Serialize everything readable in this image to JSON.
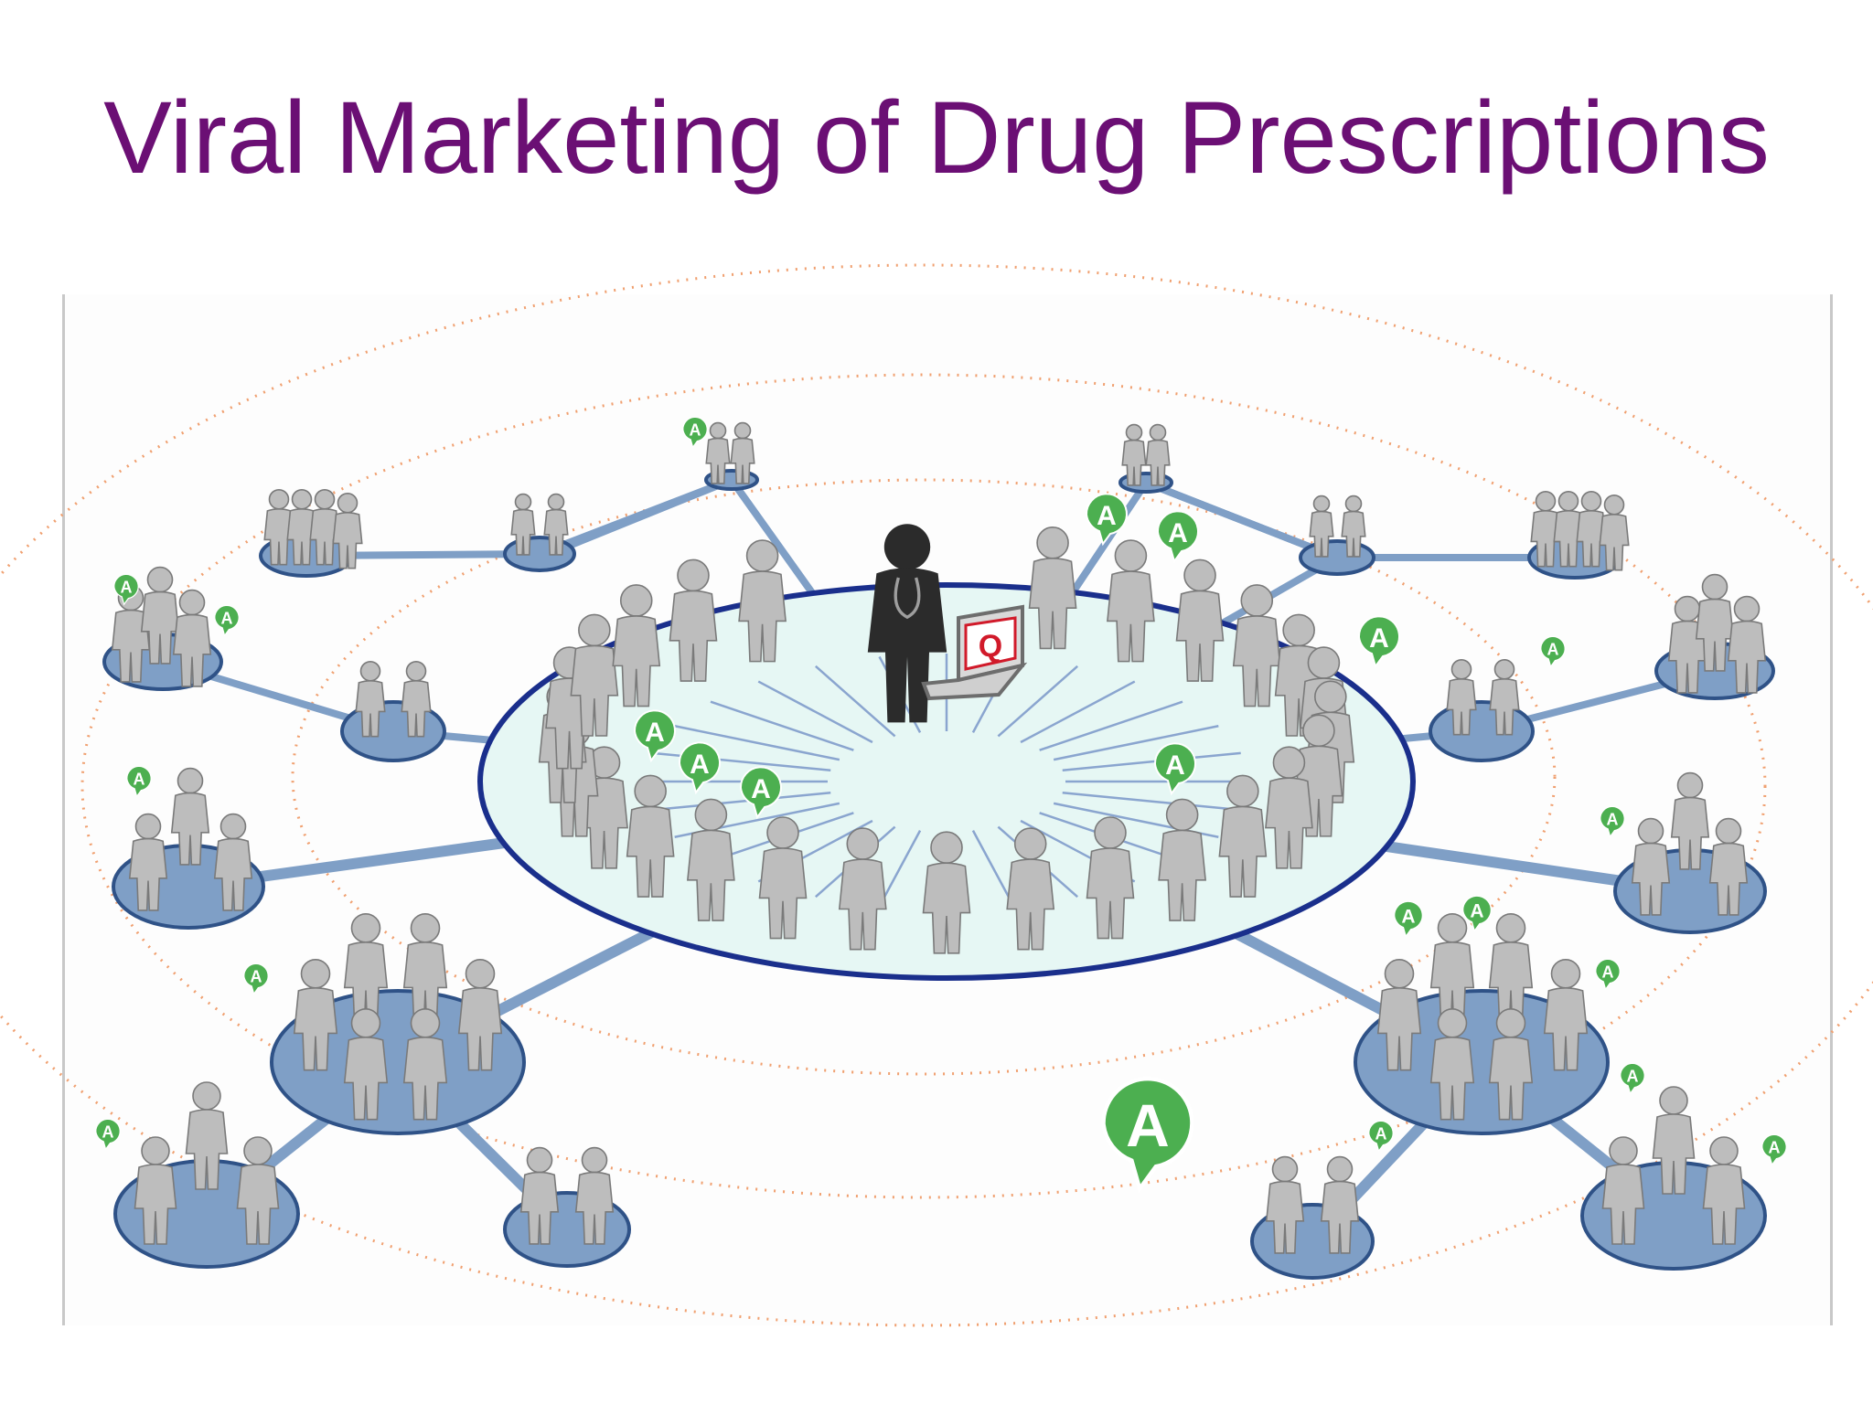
{
  "slide": {
    "title": "Viral Marketing of Drug Prescriptions"
  },
  "diagram": {
    "laptop_label": "Q",
    "bubble_label": "A"
  },
  "colors": {
    "title": "#6b0f74",
    "hub_fill": "#e6f7f4",
    "hub_stroke": "#1a2f8c",
    "node_fill": "#7f9fc6",
    "node_stroke": "#2f5287",
    "link": "#7f9fc6",
    "dotted_ring": "#f0a070",
    "bubble_green": "#4caf50",
    "person_gray": "#bdbdbd",
    "doctor_dark": "#2b2b2b",
    "laptop_screen_red": "#d11a2a"
  },
  "icons": [
    "doctor-icon",
    "laptop-icon",
    "person-icon",
    "speech-bubble-icon"
  ]
}
